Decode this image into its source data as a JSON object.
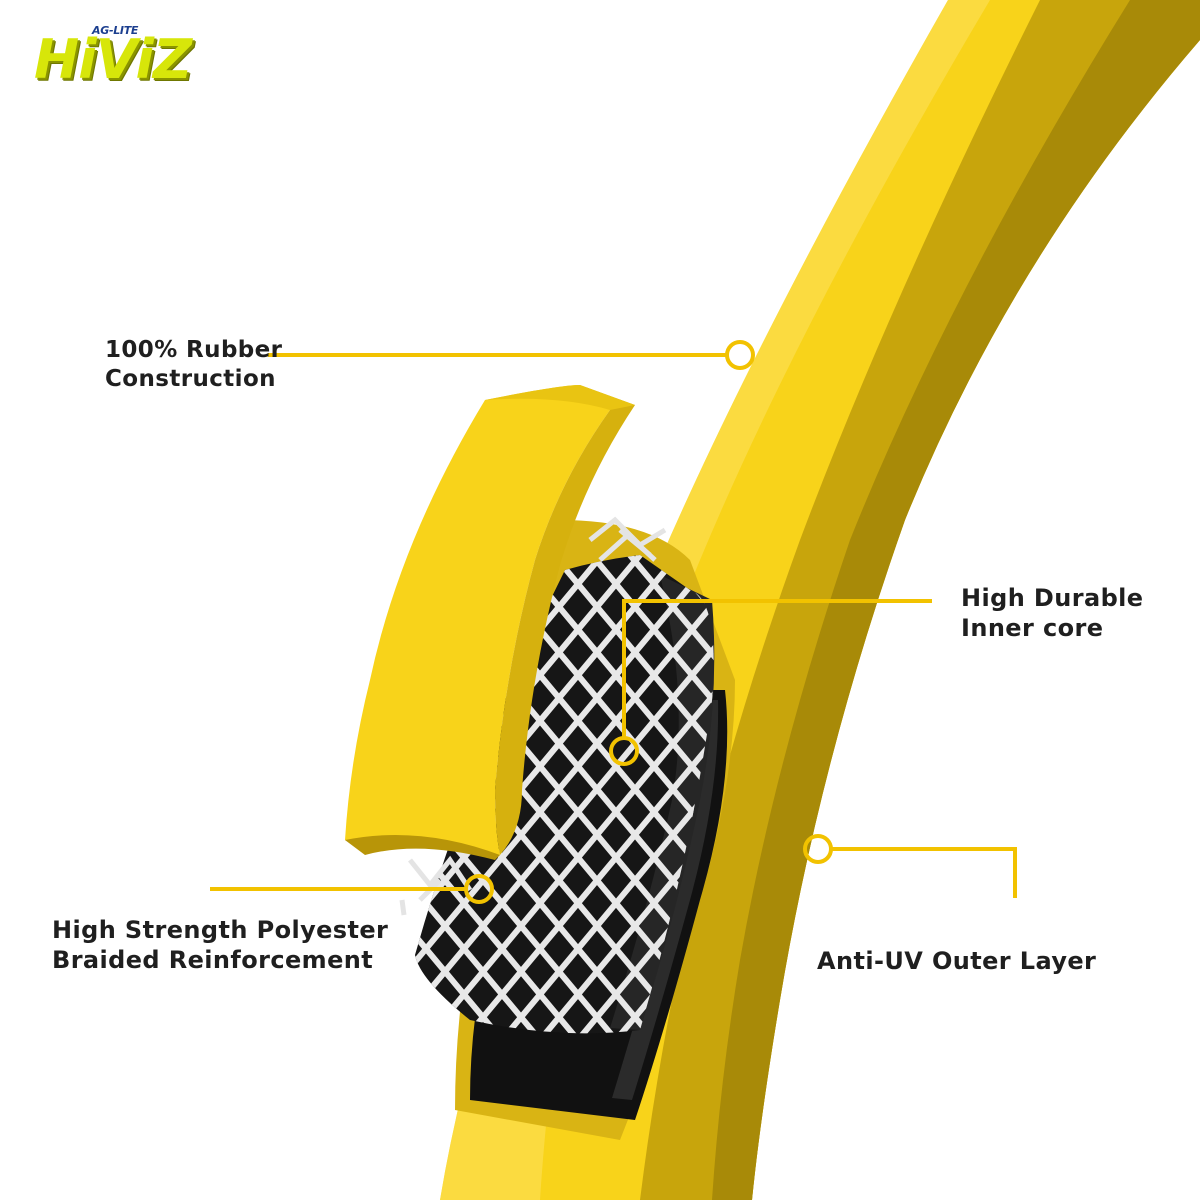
{
  "logo": {
    "brand_top": "AG-LITE",
    "brand_main": "HiViZ"
  },
  "callouts": {
    "rubber": {
      "line1": "100% Rubber",
      "line2": "Construction"
    },
    "inner_core": {
      "line1": "High Durable",
      "line2": "Inner core"
    },
    "braid": {
      "line1": "High Strength Polyester",
      "line2": "Braided Reinforcement"
    },
    "outer_layer": {
      "line1": "Anti-UV Outer Layer"
    }
  },
  "colors": {
    "hose_yellow": "#f8d31a",
    "hose_shadow": "#c8a50c",
    "hose_dark": "#a88a08",
    "callout_line": "#f2c200",
    "core_black": "#161616",
    "braid_white": "#e8e8e8",
    "logo_yellow": "#d7e60a",
    "logo_blue": "#1c3f8f",
    "label_text": "#1f1f1f"
  }
}
